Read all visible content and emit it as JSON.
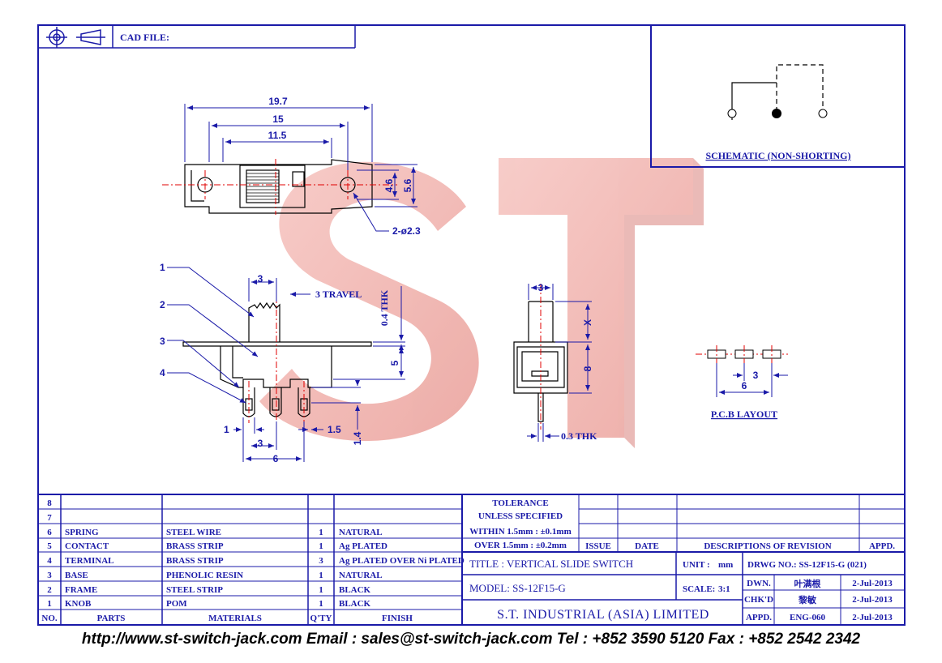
{
  "header": {
    "cad_label": "CAD FILE:"
  },
  "schematic": {
    "caption": "SCHEMATIC (NON-SHORTING)"
  },
  "pcb": {
    "caption": "P.C.B LAYOUT",
    "dim_pitch": "3",
    "dim_span": "6"
  },
  "top_view": {
    "dim_overall": "19.7",
    "dim_mid": "15",
    "dim_inner": "11.5",
    "dim_h_inner": "4.6",
    "dim_h_outer": "5.6",
    "hole_note": "2-ø2.3"
  },
  "front_view": {
    "callouts": [
      "1",
      "2",
      "3",
      "4"
    ],
    "dim_knob": "3",
    "travel": "3 TRAVEL",
    "thk": "0.4 THK",
    "dim_base_h": "5",
    "dim_pin_w": "1",
    "dim_pitch": "3",
    "dim_span": "6",
    "dim_pin_gap": "1.5",
    "dim_pin_len": "1.4"
  },
  "side_view": {
    "dim_top": "3",
    "dim_x": "X",
    "dim_h": "8",
    "thk": "0.3 THK"
  },
  "watermark": {
    "text": "ST"
  },
  "parts": {
    "row_numbers": [
      "8",
      "7",
      "6",
      "5",
      "4",
      "3",
      "2",
      "1"
    ],
    "rows": [
      {
        "no": "8",
        "part": "",
        "material": "",
        "qty": "",
        "finish": ""
      },
      {
        "no": "7",
        "part": "",
        "material": "",
        "qty": "",
        "finish": ""
      },
      {
        "no": "6",
        "part": "SPRING",
        "material": "STEEL WIRE",
        "qty": "1",
        "finish": "NATURAL"
      },
      {
        "no": "5",
        "part": "CONTACT",
        "material": "BRASS STRIP",
        "qty": "1",
        "finish": "Ag PLATED"
      },
      {
        "no": "4",
        "part": "TERMINAL",
        "material": "BRASS STRIP",
        "qty": "3",
        "finish": "Ag PLATED OVER Ni PLATED"
      },
      {
        "no": "3",
        "part": "BASE",
        "material": "PHENOLIC RESIN",
        "qty": "1",
        "finish": "NATURAL"
      },
      {
        "no": "2",
        "part": "FRAME",
        "material": "STEEL STRIP",
        "qty": "1",
        "finish": "BLACK"
      },
      {
        "no": "1",
        "part": "KNOB",
        "material": "POM",
        "qty": "1",
        "finish": "BLACK"
      }
    ],
    "headers": {
      "no": "NO.",
      "parts": "PARTS",
      "materials": "MATERIALS",
      "qty": "Q'TY",
      "finish": "FINISH"
    }
  },
  "title_block": {
    "tolerance_1": "TOLERANCE",
    "tolerance_2": "UNLESS  SPECIFIED",
    "tolerance_3": "WITHIN 1.5mm : ±0.1mm",
    "tolerance_4": "OVER 1.5mm : ±0.2mm",
    "issue": "ISSUE",
    "date": "DATE",
    "revision": "DESCRIPTIONS OF REVISION",
    "appd": "APPD.",
    "title": "TITLE : VERTICAL SLIDE SWITCH",
    "unit_label": "UNIT :",
    "unit": "mm",
    "drwg": "DRWG NO.: SS-12F15-G (021)",
    "model": "MODEL: SS-12F15-G",
    "scale_label": "SCALE:",
    "scale": "3:1",
    "company": "S.T. INDUSTRIAL (ASIA) LIMITED",
    "dwn_label": "DWN.",
    "dwn_name": "叶满根",
    "dwn_date": "2-Jul-2013",
    "chkd_label": "CHK'D",
    "chkd_name": "黎敏",
    "chkd_date": "2-Jul-2013",
    "appd_label": "APPD.",
    "appd_name": "ENG-060",
    "appd_date": "2-Jul-2013"
  },
  "footer": {
    "contact": "http://www.st-switch-jack.com  Email : sales@st-switch-jack.com  Tel : +852 3590 5120  Fax : +852 2542 2342"
  }
}
